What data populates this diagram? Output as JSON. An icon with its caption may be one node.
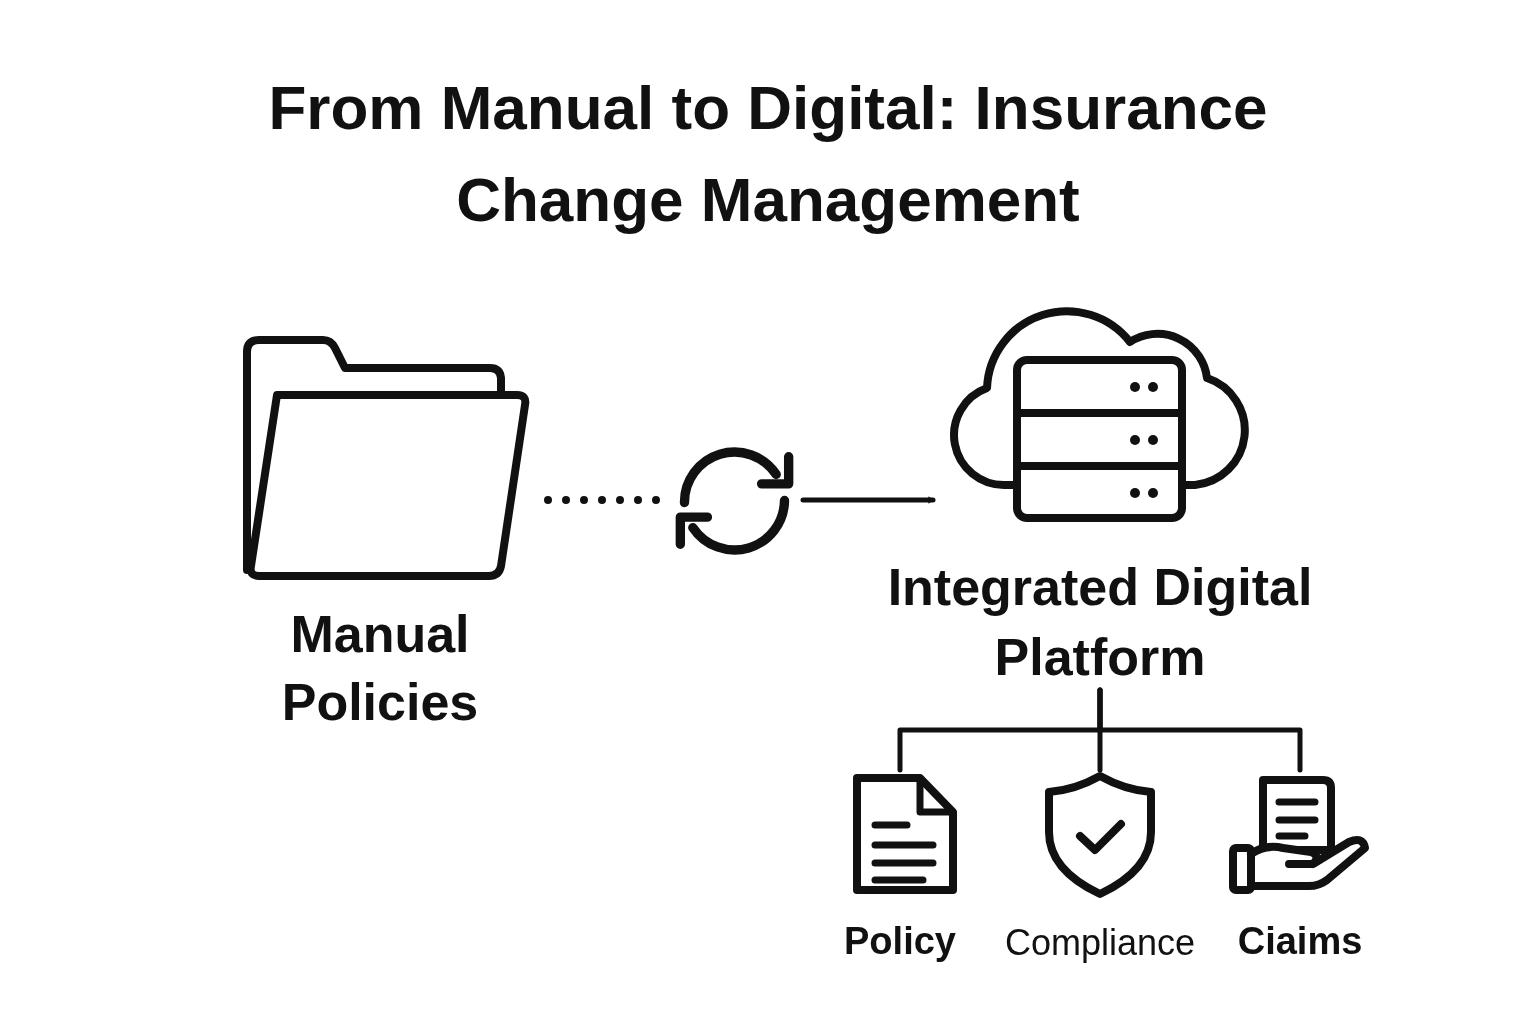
{
  "diagram": {
    "title": "From Manual to Digital: Insurance Change Management",
    "nodes": [
      {
        "text": [
          "Manual Policies"
        ]
      },
      {
        "text": [],
        "shape": "picture"
      },
      {
        "text": [
          "Integrated Digital Platform"
        ]
      },
      {
        "text": [
          "Policy"
        ]
      },
      {
        "text": [
          "Compliance"
        ]
      },
      {
        "text": [
          "Ciaims"
        ]
      }
    ],
    "edges": [
      {
        "from": 0,
        "to": 1,
        "arrow": "none",
        "style": "dashed"
      },
      {
        "from": 1,
        "to": 2,
        "arrow": "to"
      },
      {
        "from": 2,
        "to": 3,
        "arrow": "none"
      },
      {
        "from": 2,
        "to": 4,
        "arrow": "none"
      },
      {
        "from": 2,
        "to": 5,
        "arrow": "none"
      }
    ]
  }
}
